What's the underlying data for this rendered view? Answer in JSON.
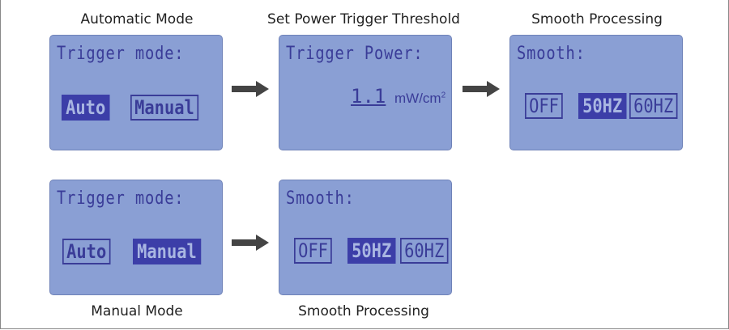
{
  "captions": {
    "auto": "Automatic Mode",
    "threshold": "Set Power Trigger Threshold",
    "smooth_top": "Smooth Processing",
    "manual": "Manual Mode",
    "smooth_bottom": "Smooth Processing"
  },
  "screen_auto": {
    "title": "Trigger mode:",
    "opt1": "Auto",
    "opt2": "Manual",
    "selected": "Auto"
  },
  "screen_power": {
    "title": "Trigger Power:",
    "value": "1.1",
    "unit": "mW/cm",
    "unit_sup": "2"
  },
  "screen_smooth_top": {
    "title": "Smooth:",
    "opt1": "OFF",
    "opt2": "50HZ",
    "opt3": "60HZ",
    "selected": "50HZ"
  },
  "screen_manual": {
    "title": "Trigger mode:",
    "opt1": "Auto",
    "opt2": "Manual",
    "selected": "Manual"
  },
  "screen_smooth_bottom": {
    "title": "Smooth:",
    "opt1": "OFF",
    "opt2": "50HZ",
    "opt3": "60HZ",
    "selected": "50HZ"
  },
  "colors": {
    "lcd": "#8a9fd4",
    "text": "#3a3c98",
    "arrow": "#444444"
  }
}
